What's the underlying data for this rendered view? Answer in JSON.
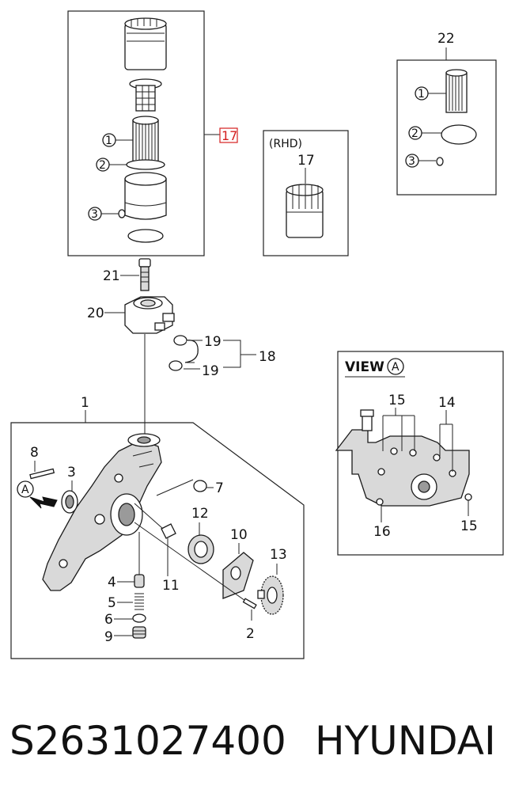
{
  "labels": {
    "c1_top": "1",
    "c2_top": "2",
    "c3_top": "3",
    "n17_red": "17",
    "rhd": "(RHD)",
    "n17_rhd": "17",
    "n22": "22",
    "c1_22": "1",
    "c2_22": "2",
    "c3_22": "3",
    "n21": "21",
    "n20": "20",
    "n19a": "19",
    "n19b": "19",
    "n18": "18",
    "n1": "1",
    "n8": "8",
    "n3": "3",
    "n7": "7",
    "n12": "12",
    "n10": "10",
    "n11": "11",
    "n13": "13",
    "n4": "4",
    "n5": "5",
    "n6": "6",
    "n9": "9",
    "n2": "2",
    "marker_a": "A",
    "view_word": "VIEW",
    "view_a": "A",
    "v15a": "15",
    "v14": "14",
    "v16": "16",
    "v15b": "15"
  },
  "caption": {
    "part_number": "S2631027400",
    "brand": "HYUNDAI"
  }
}
